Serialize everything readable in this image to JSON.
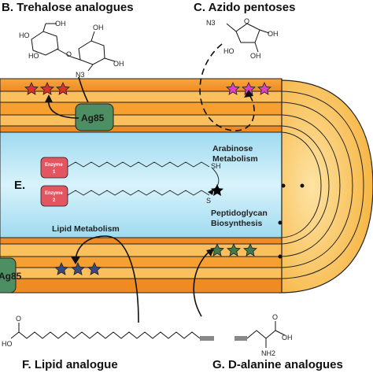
{
  "headings": {
    "trehalose": "B.  Trehalose analogues",
    "azido": "C.  Azido pentoses",
    "lipid_analogue": "F.  Lipid analogue",
    "dalanine": "G.  D-alanine analogues",
    "e_label": "E."
  },
  "labels": {
    "ag85": "Ag85",
    "arabinose_line1": "Arabinose",
    "arabinose_line2": "Metabolism",
    "lipid_metabolism": "Lipid Metabolism",
    "peptidoglycan_line1": "Peptidoglycan",
    "peptidoglycan_line2": "Biosynthesis",
    "enzyme1_line1": "Enzyme",
    "enzyme1_line2": "1",
    "enzyme2_line1": "Enzyme",
    "enzyme2_line2": "2"
  },
  "chem_text": {
    "ho": "HO",
    "oh": "OH",
    "n3": "N3",
    "o": "O",
    "sh": "SH",
    "s": "S",
    "nh2": "NH2"
  },
  "colors": {
    "outer_orange": "#f28c28",
    "light_orange": "#fbbf5d",
    "cytoplasm": "#b8e6f5",
    "ag85_fill": "#4d8f62",
    "star_red": "#e0302a",
    "star_magenta": "#e040c0",
    "star_navy": "#3b4a78",
    "star_green": "#3f7a52",
    "enzyme_fill": "#e35561"
  }
}
